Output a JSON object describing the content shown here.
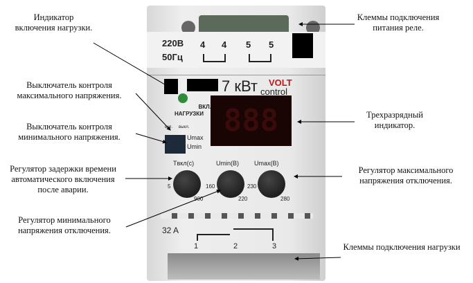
{
  "annotations": {
    "load_indicator": "Индикатор включения нагрузки.",
    "max_switch": "Выключатель контроля максимального напряжения.",
    "min_switch": "Выключатель контроля минимального напряжения.",
    "delay_regulator": "Регулятор задержки времени автоматического включения после аварии.",
    "min_regulator": "Регулятор минимального напряжения отключения.",
    "relay_terminals": "Клеммы подключения питания реле.",
    "display": "Трехразрядный индикатор.",
    "max_regulator": "Регулятор максимального напряжения отключения.",
    "load_terminals": "Клеммы подключения нагрузки"
  },
  "device": {
    "voltage": "220В",
    "frequency": "50Гц",
    "terminals_top": [
      "4",
      "4",
      "5",
      "5"
    ],
    "power": "7 кВт",
    "brand_top": "VOLT",
    "brand_bottom": "control",
    "led_label_1": "ВКЛ.",
    "led_label_2": "НАГРУЗКИ",
    "switch_on": "вкл.",
    "switch_off": "выкл.",
    "switch_umax": "Umax",
    "switch_umin": "Umin",
    "display_digits": "888",
    "knob_delay": {
      "title": "Tвкл(c)",
      "min": "5",
      "max": "900"
    },
    "knob_umin": {
      "title": "Umin(B)",
      "min": "160",
      "max": "220"
    },
    "knob_umax": {
      "title": "Umax(B)",
      "min": "230",
      "max": "280"
    },
    "current": "32 A",
    "terminals_bottom": [
      "1",
      "2",
      "3"
    ],
    "led_color": "#2f8a3a",
    "brand_color": "#c0161a"
  }
}
